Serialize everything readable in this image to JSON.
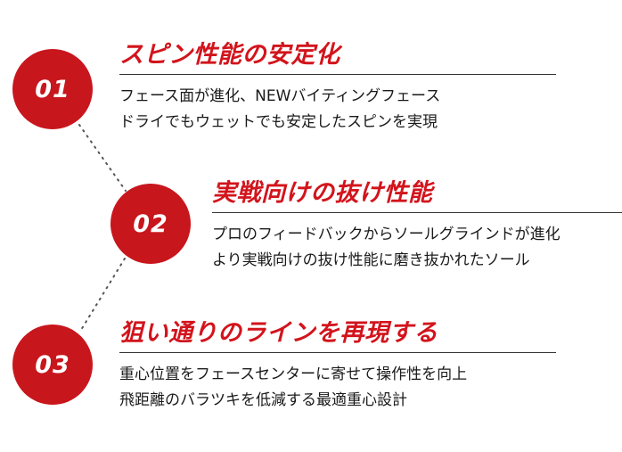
{
  "features": [
    {
      "number": "01",
      "title": "スピン性能の安定化",
      "lines": [
        "フェース面が進化、NEWバイティングフェース",
        "ドライでもウェットでも安定したスピンを実現"
      ]
    },
    {
      "number": "02",
      "title": "実戦向けの抜け性能",
      "lines": [
        "プロのフィードバックからソールグラインドが進化",
        "より実戦向けの抜け性能に磨き抜かれたソール"
      ]
    },
    {
      "number": "03",
      "title": "狙い通りのラインを再現する",
      "lines": [
        "重心位置をフェースセンターに寄せて操作性を向上",
        "飛距離のバラツキを低減する最適重心設計"
      ]
    }
  ],
  "colors": {
    "accent": "#c8161d",
    "text": "#1a1a1a",
    "rule": "#333333",
    "connector": "#555555"
  }
}
